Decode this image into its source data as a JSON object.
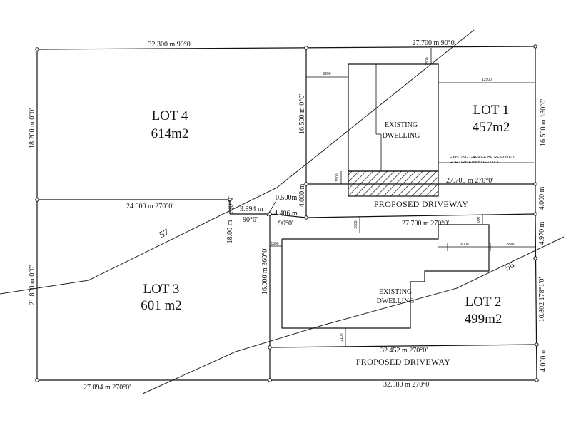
{
  "lots": {
    "lot4": {
      "name": "LOT 4",
      "area": "614m2"
    },
    "lot1": {
      "name": "LOT 1",
      "area": "457m2"
    },
    "lot3": {
      "name": "LOT 3",
      "area": "601 m2"
    },
    "lot2": {
      "name": "LOT 2",
      "area": "499m2"
    }
  },
  "buildings": {
    "dwelling1": {
      "line1": "EXISTING",
      "line2": "DWELLING"
    },
    "dwelling2": {
      "line1": "EXISTING",
      "line2": "DWELLING"
    },
    "garage_note": {
      "line1": "EXISTING GARAGE  BE REMOVED",
      "line2": "FOR DRIVEWAY OF LOT 4"
    }
  },
  "driveways": {
    "upper": "PROPOSED DRIVEWAY",
    "lower": "PROPOSED DRIVEWAY"
  },
  "contours": {
    "c57": "57",
    "c56": "56"
  },
  "dimensions": {
    "top_left": "32.300 m  90°0'",
    "top_right": "27.700 m  90°0'",
    "lot4_left": "18.200 m  0°0'",
    "lot4_right": "16.500 m  0°0'",
    "lot1_right": "16.500 m  180°0'",
    "lot1_bottom": "27.700 m  270°0'",
    "lot4_bottom": "24.000 m  270°0'",
    "step_vertical": "180°0'",
    "step_3894": "3.894 m",
    "step_90": "90°0'",
    "step_0500": "0.500m",
    "step_4406": "4.406 m",
    "step_1800": "18.00 m",
    "drive_left": "4.000 m",
    "drive_right": "4.000 m",
    "lot2_top_bearing": "90°0'",
    "lot2_top": "27.700 m  270°0'",
    "lot2_right_top": "4.970 m",
    "lot2_right": "10.802  178°1'0'",
    "lot3_left": "21.800 m  0°0'",
    "lot3_right": "16.000 m  360°0'",
    "lot2_bottom": "32.452 m  270°0'",
    "drive2_right": "4.000m",
    "bottom_left": "27.894 m  270°0'",
    "bottom_right": "32.580 m  270°0'"
  },
  "setbacks": {
    "s2800": "2800",
    "s5200": "5200",
    "s11500": "11500",
    "s1500a": "1500",
    "s2000": "2000",
    "s000": "000",
    "s1500b": "1500",
    "s6000": "6000",
    "s5500": "5500",
    "s2100": "2100"
  }
}
